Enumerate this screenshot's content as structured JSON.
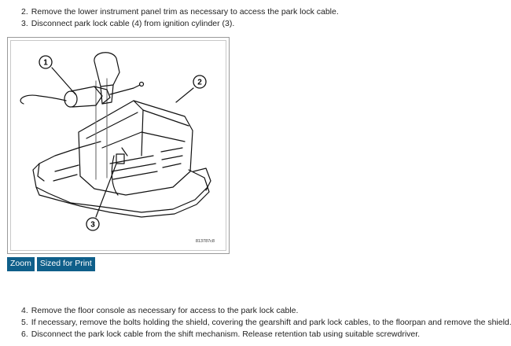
{
  "steps_top": [
    {
      "num": "2.",
      "text": "Remove the lower instrument panel trim as necessary to access the park lock cable."
    },
    {
      "num": "3.",
      "text": "Disconnect park lock cable (4) from ignition cylinder (3)."
    }
  ],
  "figure": {
    "callouts": [
      "1",
      "2",
      "3"
    ],
    "id": "813787c8"
  },
  "buttons": {
    "zoom": "Zoom",
    "print": "Sized for Print"
  },
  "steps_bottom": [
    {
      "num": "4.",
      "text": "Remove the floor console as necessary for access to the park lock cable."
    },
    {
      "num": "5.",
      "text": "If necessary, remove the bolts holding the shield, covering the gearshift and park lock cables, to the floorpan and remove the shield."
    },
    {
      "num": "6.",
      "text": "Disconnect the park lock cable from the shift mechanism. Release retention tab using suitable screwdriver."
    }
  ]
}
